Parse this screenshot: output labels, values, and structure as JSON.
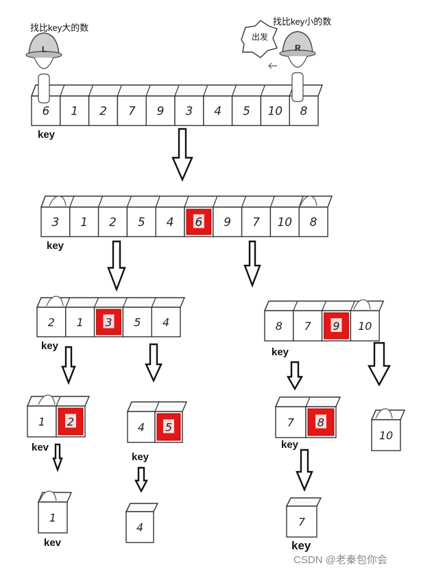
{
  "captions": {
    "left_hint": "找比key大的数",
    "right_hint": "找比key小的数",
    "bubble": "出发",
    "left_helmet": "L",
    "right_helmet": "R",
    "watermark": "CSDN @老秦包你会"
  },
  "key_label": "key",
  "key_label_partial": "kev",
  "arrays": [
    {
      "id": "row0",
      "values": [
        "6",
        "1",
        "2",
        "7",
        "9",
        "3",
        "4",
        "5",
        "10",
        "8"
      ],
      "highlight": -1
    },
    {
      "id": "row1",
      "values": [
        "3",
        "1",
        "2",
        "5",
        "4",
        "6",
        "9",
        "7",
        "10",
        "8"
      ],
      "highlight": 5
    },
    {
      "id": "left1",
      "values": [
        "2",
        "1",
        "3",
        "5",
        "4"
      ],
      "highlight": 2
    },
    {
      "id": "right1",
      "values": [
        "8",
        "7",
        "9",
        "10"
      ],
      "highlight": 2
    },
    {
      "id": "leftleft",
      "values": [
        "1",
        "2"
      ],
      "highlight": 1
    },
    {
      "id": "leftright",
      "values": [
        "4",
        "5"
      ],
      "highlight": 1
    },
    {
      "id": "rightleft",
      "values": [
        "7",
        "8"
      ],
      "highlight": 1
    },
    {
      "id": "rightright",
      "values": [
        "10"
      ],
      "highlight": -1
    },
    {
      "id": "ll_single",
      "values": [
        "1"
      ],
      "highlight": -1
    },
    {
      "id": "lr_single",
      "values": [
        "4"
      ],
      "highlight": -1
    },
    {
      "id": "rl_single",
      "values": [
        "7"
      ],
      "highlight": -1
    }
  ]
}
